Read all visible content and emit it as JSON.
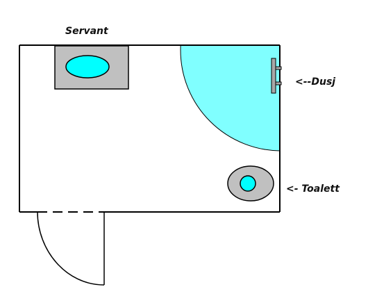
{
  "labels": {
    "servant": "Servant",
    "dusj": "<--Dusj",
    "toalett": "<- Toalett"
  },
  "colors": {
    "background": "#ffffff",
    "wall": "#000000",
    "fixture_gray": "#c0c0c0",
    "water_cyan": "#00ffff",
    "shower_area": "#80ffff",
    "shower_fitting": "#a8a8a8"
  }
}
